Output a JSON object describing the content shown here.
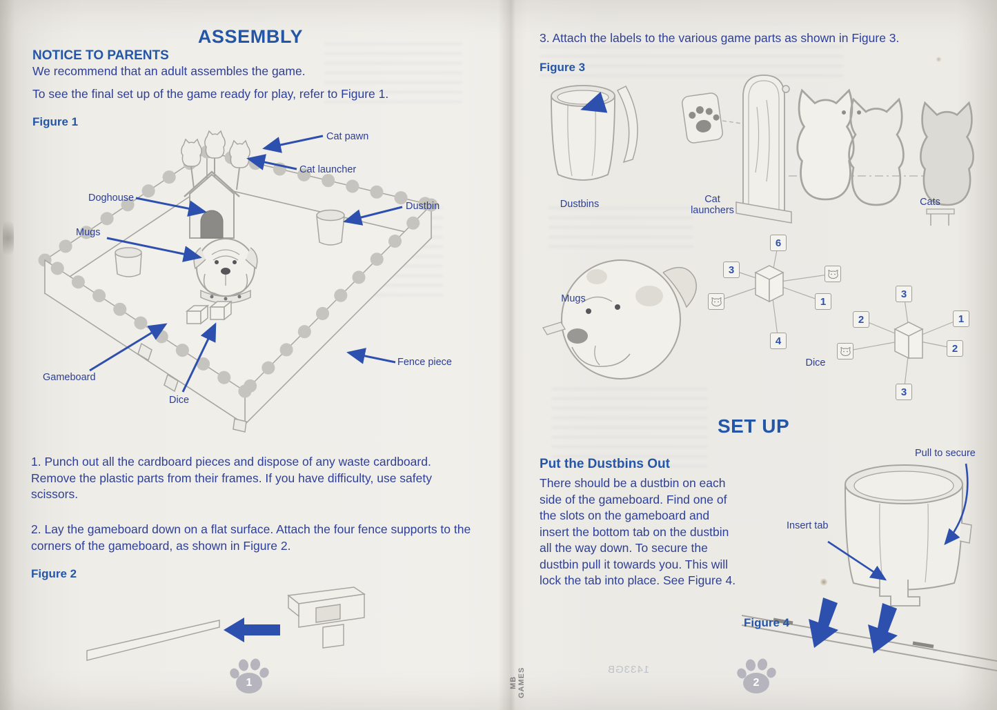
{
  "colors": {
    "heading_blue": "#2456a8",
    "text_blue": "#2e3f96",
    "arrow_blue": "#2d4fae",
    "diagram_gray": "#a7a5a0",
    "paper": "#efede8"
  },
  "left": {
    "title": "ASSEMBLY",
    "notice_heading": "NOTICE TO PARENTS",
    "para1": "We recommend that an adult assembles the game.",
    "para2": "To see the final set up of the game ready for play, refer to Figure 1.",
    "figure1_label": "Figure 1",
    "fig1": {
      "cat_pawn": "Cat pawn",
      "cat_launcher": "Cat launcher",
      "doghouse": "Doghouse",
      "mugs": "Mugs",
      "dustbin": "Dustbin",
      "fence_piece": "Fence piece",
      "gameboard": "Gameboard",
      "dice": "Dice"
    },
    "step1": "1. Punch out all the cardboard pieces and dispose of any waste cardboard. Remove the plastic parts from their frames. If you have difficulty, use safety scissors.",
    "step2": "2. Lay the gameboard down on a flat surface. Attach the four fence supports to the corners of the gameboard, as shown in Figure 2.",
    "figure2_label": "Figure 2",
    "page_number": "1"
  },
  "right": {
    "step3": "3. Attach the labels to the various game parts as shown in Figure 3.",
    "figure3_label": "Figure 3",
    "fig3": {
      "dustbins": "Dustbins",
      "cat_launchers": "Cat\nlaunchers",
      "cats": "Cats",
      "mugs": "Mugs",
      "dice": "Dice"
    },
    "dice_left": [
      "6",
      "3",
      "1",
      "4"
    ],
    "dice_right": [
      "3",
      "1",
      "2",
      "3",
      "2"
    ],
    "setup_heading": "SET UP",
    "dustbins_heading": "Put the Dustbins Out",
    "dustbins_body": "There should be a dustbin on each side of the gameboard. Find one of the slots on the gameboard and insert the bottom tab on the dustbin all the way down. To secure the dustbin pull it towards you. This will lock the tab into place. See Figure 4.",
    "fig4": {
      "pull_to_secure": "Pull to secure",
      "insert_tab": "Insert tab"
    },
    "figure4_label": "Figure 4",
    "page_number": "2",
    "ghost_code": "1433GB",
    "spine_text": "MB\nGAMES"
  }
}
